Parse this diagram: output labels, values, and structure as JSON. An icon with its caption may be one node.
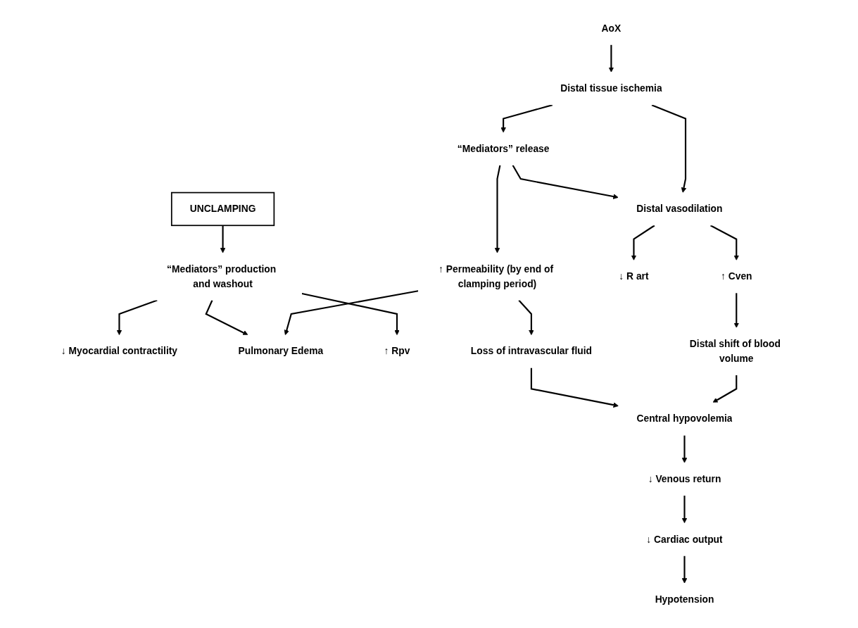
{
  "diagram": {
    "nodes": [
      {
        "text": [
          "AoX"
        ]
      },
      {
        "text": [
          "Distal tissue ischemia"
        ]
      },
      {
        "text": [
          "“Mediators” release"
        ]
      },
      {
        "text": [
          "Distal vasodilation"
        ]
      },
      {
        "text": [
          "↑ Cven"
        ]
      },
      {
        "text": [
          "↑ Permeability (by end of clamping period)"
        ]
      },
      {
        "text": [
          "↓ R art"
        ]
      },
      {
        "text": [
          "UNCLAMPING"
        ]
      },
      {
        "text": [
          "“Mediators” production and washout"
        ]
      },
      {
        "text": [
          "↓ Myocardial contractility"
        ]
      },
      {
        "text": [
          "Pulmonary Edema"
        ]
      },
      {
        "text": [
          "↑ Rpv"
        ]
      },
      {
        "text": [
          "Central hypovolemia"
        ]
      },
      {
        "text": [
          "Distal shift of blood volume"
        ]
      },
      {
        "text": [
          "Loss of intravascular fluid"
        ]
      },
      {
        "text": [
          "↓ Venous return"
        ]
      },
      {
        "text": [
          "↓ Cardiac output"
        ]
      },
      {
        "text": [
          "Hypotension"
        ]
      }
    ],
    "edges": [
      {
        "from": 0,
        "to": 1,
        "arrow": "to"
      },
      {
        "from": 1,
        "to": 2,
        "arrow": "to"
      },
      {
        "from": 1,
        "to": 3,
        "arrow": "to"
      },
      {
        "from": 2,
        "to": 3,
        "arrow": "to"
      },
      {
        "from": 2,
        "to": 5,
        "arrow": "to"
      },
      {
        "from": 3,
        "to": 4,
        "arrow": "to"
      },
      {
        "from": 3,
        "to": 6,
        "arrow": "to"
      },
      {
        "from": 7,
        "to": 8,
        "arrow": "to"
      },
      {
        "from": 5,
        "to": 10,
        "arrow": "to"
      },
      {
        "from": 5,
        "to": 14,
        "arrow": "to"
      },
      {
        "from": 4,
        "to": 13,
        "arrow": "to"
      },
      {
        "from": 8,
        "to": 9,
        "arrow": "to"
      },
      {
        "from": 8,
        "to": 10,
        "arrow": "to"
      },
      {
        "from": 8,
        "to": 11,
        "arrow": "to"
      },
      {
        "from": 13,
        "to": 12,
        "arrow": "to"
      },
      {
        "from": 14,
        "to": 12,
        "arrow": "to"
      },
      {
        "from": 12,
        "to": 15,
        "arrow": "to"
      },
      {
        "from": 15,
        "to": 16,
        "arrow": "to"
      },
      {
        "from": 16,
        "to": 17,
        "arrow": "to"
      }
    ]
  }
}
